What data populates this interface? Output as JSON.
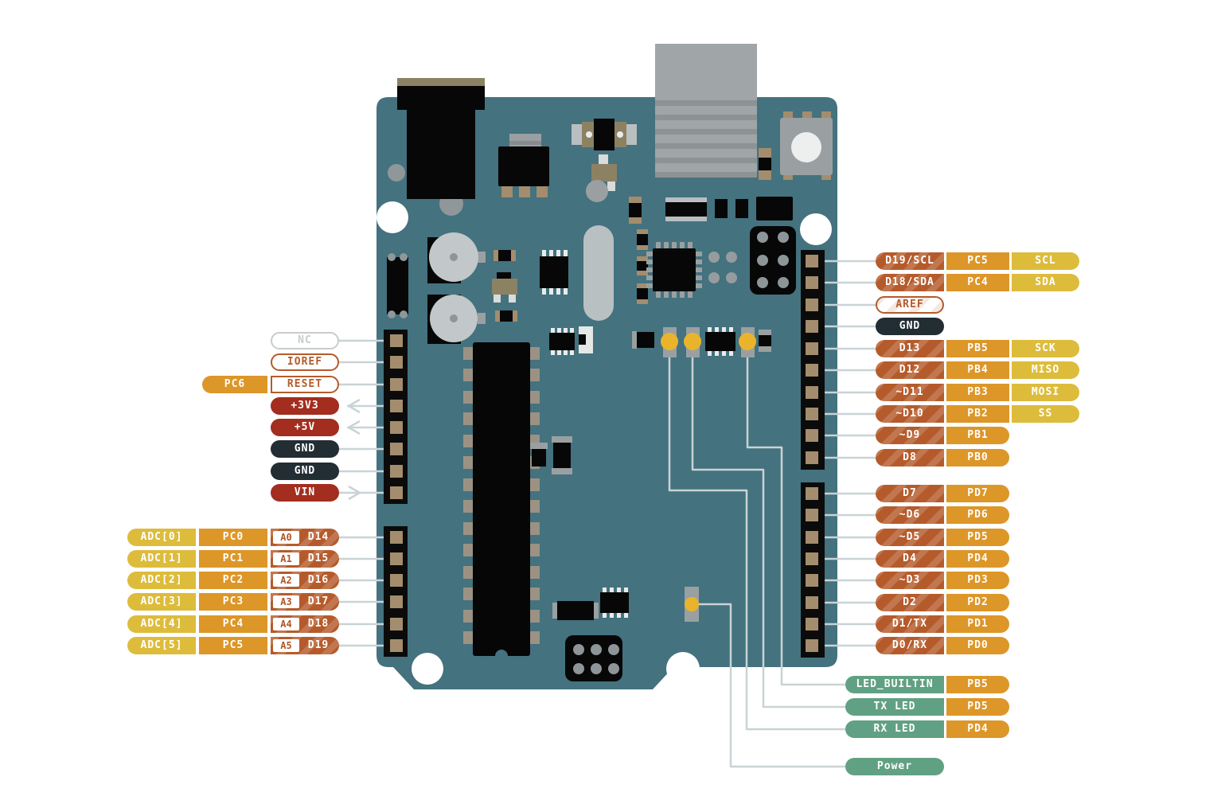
{
  "colors": {
    "board_teal": "#44727f",
    "digital_pin": "#b55b2b",
    "port": "#dd9628",
    "function_yellow": "#ddbc3c",
    "power_red": "#a32d1e",
    "gnd_dark": "#232d34",
    "led_green": "#61a183",
    "callout_line": "#c9d3d6",
    "led_yellow": "#e9b42c"
  },
  "left": {
    "pc6_port": "PC6",
    "power_pins": [
      "NC",
      "IOREF",
      "RESET",
      "+3V3",
      "+5V",
      "GND",
      "GND",
      "VIN"
    ],
    "adc_rows": [
      {
        "adc": "ADC[0]",
        "port": "PC0",
        "a": "A0",
        "d": "D14"
      },
      {
        "adc": "ADC[1]",
        "port": "PC1",
        "a": "A1",
        "d": "D15"
      },
      {
        "adc": "ADC[2]",
        "port": "PC2",
        "a": "A2",
        "d": "D16"
      },
      {
        "adc": "ADC[3]",
        "port": "PC3",
        "a": "A3",
        "d": "D17"
      },
      {
        "adc": "ADC[4]",
        "port": "PC4",
        "a": "A4",
        "d": "D18"
      },
      {
        "adc": "ADC[5]",
        "port": "PC5",
        "a": "A5",
        "d": "D19"
      }
    ]
  },
  "right": {
    "rows": [
      {
        "pin": "D19/SCL",
        "port": "PC5",
        "fn": "SCL"
      },
      {
        "pin": "D18/SDA",
        "port": "PC4",
        "fn": "SDA"
      },
      {
        "pin": "AREF"
      },
      {
        "pin": "GND"
      },
      {
        "pin": "D13",
        "port": "PB5",
        "fn": "SCK"
      },
      {
        "pin": "D12",
        "port": "PB4",
        "fn": "MISO"
      },
      {
        "pin": "~D11",
        "port": "PB3",
        "fn": "MOSI"
      },
      {
        "pin": "~D10",
        "port": "PB2",
        "fn": "SS"
      },
      {
        "pin": "~D9",
        "port": "PB1"
      },
      {
        "pin": "D8",
        "port": "PB0"
      },
      {
        "pin": "D7",
        "port": "PD7"
      },
      {
        "pin": "~D6",
        "port": "PD6"
      },
      {
        "pin": "~D5",
        "port": "PD5"
      },
      {
        "pin": "D4",
        "port": "PD4"
      },
      {
        "pin": "~D3",
        "port": "PD3"
      },
      {
        "pin": "D2",
        "port": "PD2"
      },
      {
        "pin": "D1/TX",
        "port": "PD1"
      },
      {
        "pin": "D0/RX",
        "port": "PD0"
      }
    ],
    "led_rows": [
      {
        "label": "LED_BUILTIN",
        "port": "PB5"
      },
      {
        "label": "TX LED",
        "port": "PD5"
      },
      {
        "label": "RX LED",
        "port": "PD4"
      }
    ],
    "power_label": "Power"
  }
}
